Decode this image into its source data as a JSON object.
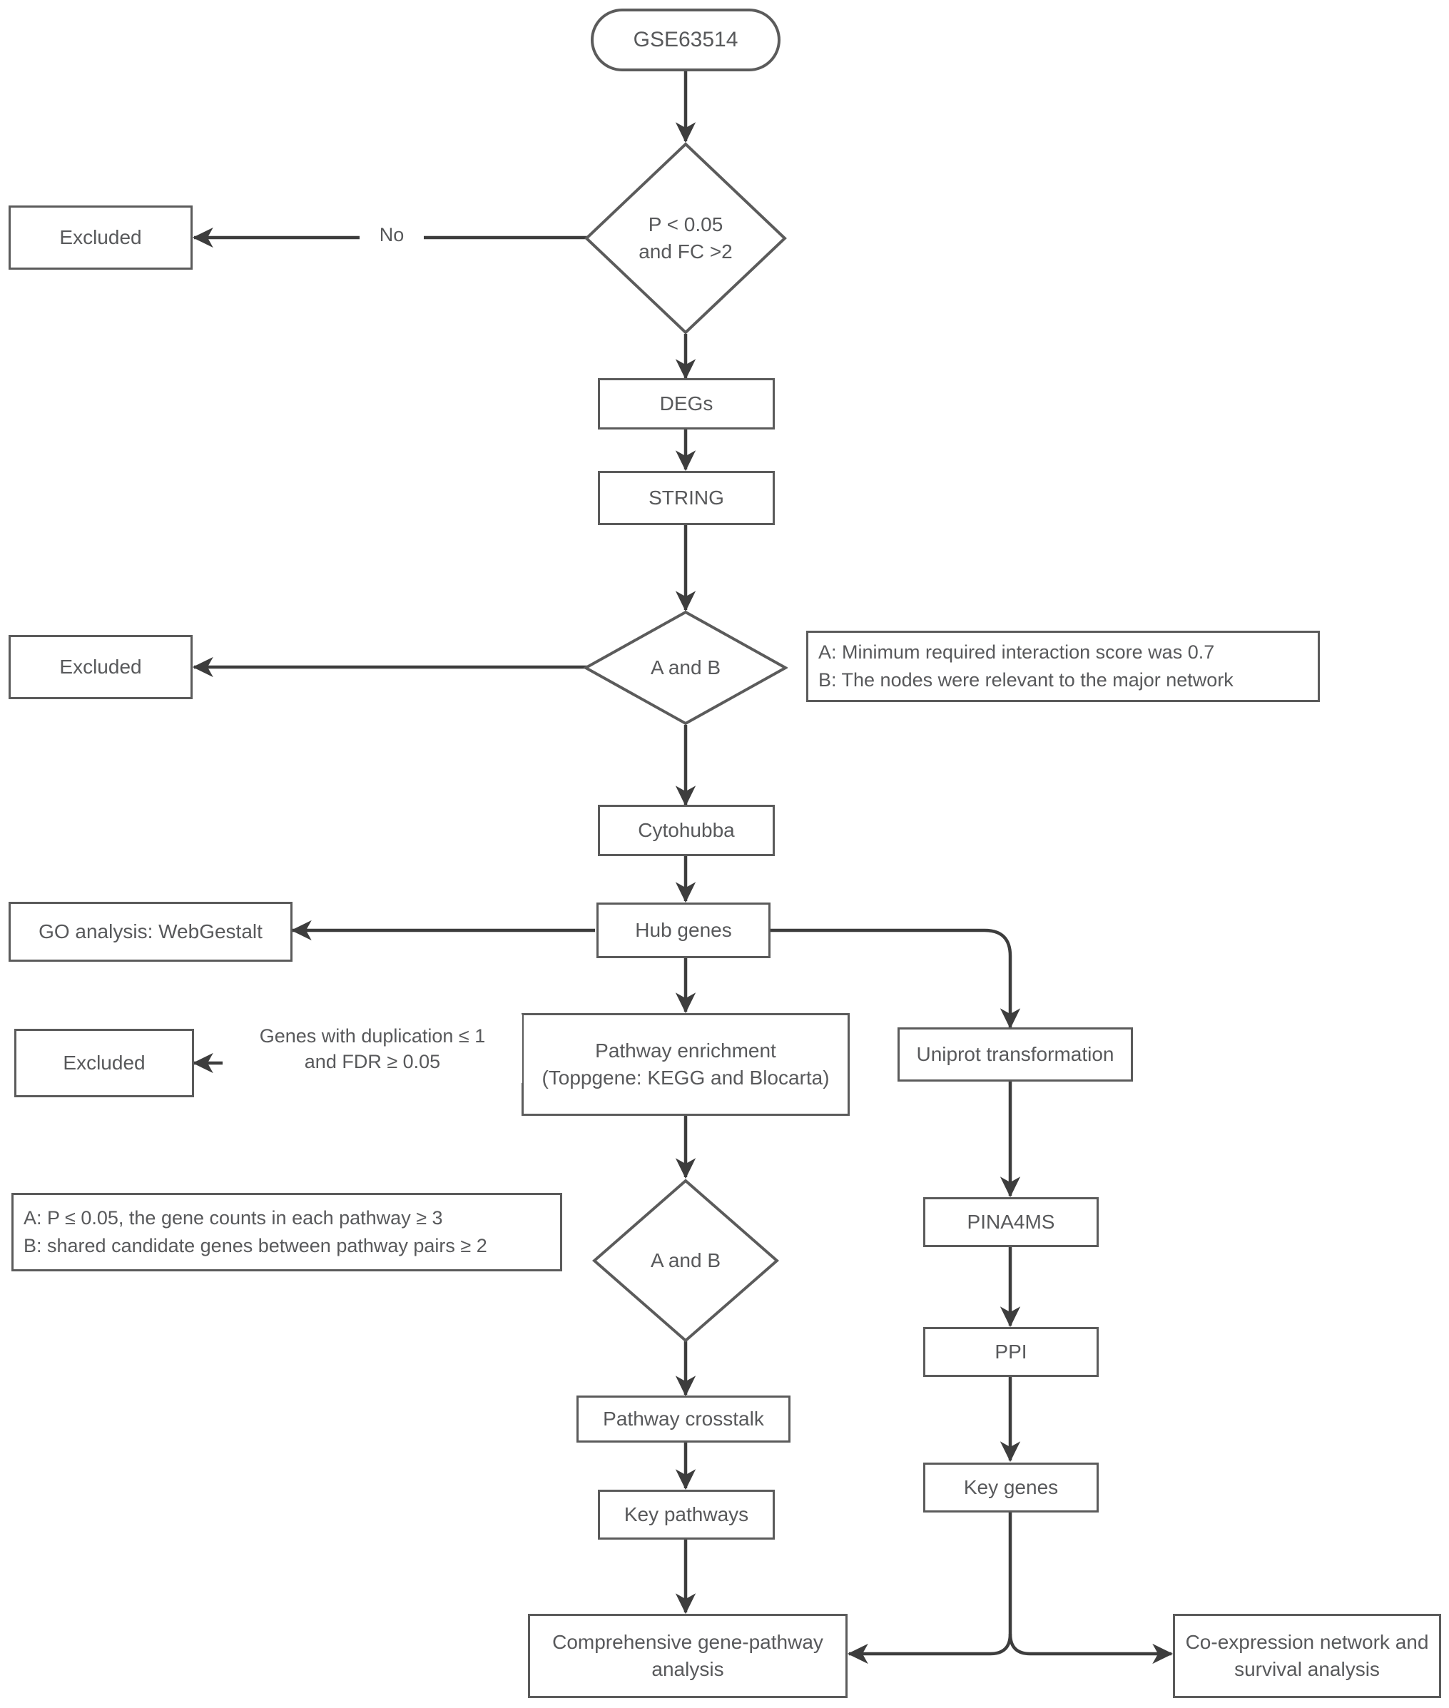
{
  "diagram": {
    "title": "Bioinformatics analysis workflow flowchart",
    "stroke_color": "#5b5b5b",
    "text_color": "#58595b",
    "background": "#ffffff"
  },
  "nodes": {
    "start": {
      "label": "GSE63514",
      "shape": "stadium"
    },
    "decision1": {
      "label": "P < 0.05\nand FC >2",
      "shape": "diamond"
    },
    "excluded1": {
      "label": "Excluded",
      "shape": "rect"
    },
    "degs": {
      "label": "DEGs",
      "shape": "rect"
    },
    "string": {
      "label": "STRING",
      "shape": "rect"
    },
    "decision2": {
      "label": "A and B",
      "shape": "diamond"
    },
    "excluded2": {
      "label": "Excluded",
      "shape": "rect"
    },
    "cytohubba": {
      "label": "Cytohubba",
      "shape": "rect"
    },
    "hubgenes": {
      "label": "Hub genes",
      "shape": "rect"
    },
    "go_analysis": {
      "label": "GO analysis: WebGestalt",
      "shape": "rect"
    },
    "pathway_enrichment": {
      "label": "Pathway enrichment\n(Toppgene: KEGG and Blocarta)",
      "shape": "rect"
    },
    "excluded3": {
      "label": "Excluded",
      "shape": "rect"
    },
    "uniprot": {
      "label": "Uniprot transformation",
      "shape": "rect"
    },
    "decision3": {
      "label": "A and B",
      "shape": "diamond"
    },
    "pina4ms": {
      "label": "PINA4MS",
      "shape": "rect"
    },
    "pathway_crosstalk": {
      "label": "Pathway crosstalk",
      "shape": "rect"
    },
    "ppi": {
      "label": "PPI",
      "shape": "rect"
    },
    "key_pathways": {
      "label": "Key pathways",
      "shape": "rect"
    },
    "key_genes": {
      "label": "Key genes",
      "shape": "rect"
    },
    "comprehensive": {
      "label": "Comprehensive gene-pathway\nanalysis",
      "shape": "rect"
    },
    "coexpression": {
      "label": "Co-expression network and\nsurvival analysis",
      "shape": "rect"
    }
  },
  "notes": {
    "note_ab_string": {
      "label": "A: Minimum required interaction score was 0.7\nB: The nodes were relevant to the major network"
    },
    "note_ab_pathway": {
      "label": "A: P ≤ 0.05, the gene counts in each pathway ≥ 3\nB: shared candidate genes between pathway pairs ≥ 2"
    }
  },
  "edge_labels": {
    "no_label": "No",
    "dup_fdr_label": "Genes with duplication ≤ 1\nand FDR ≥ 0.05"
  }
}
